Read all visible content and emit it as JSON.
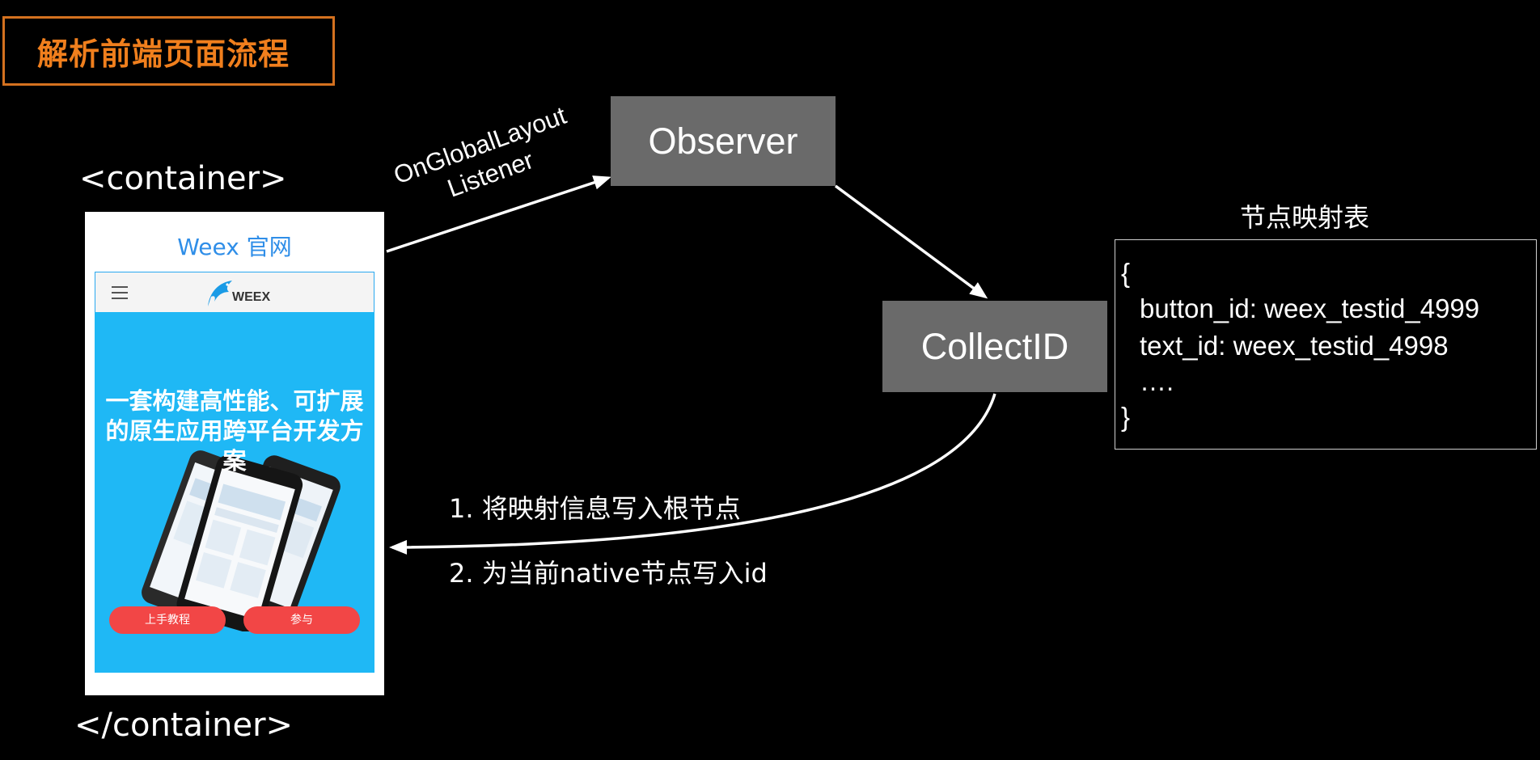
{
  "title": "解析前端页面流程",
  "container_open": "<container>",
  "container_close": "</container>",
  "phone": {
    "title": "Weex 官网",
    "logo_text": "WEEX",
    "hero_text": "一套构建高性能、可扩展的原生应用跨平台开发方案",
    "btn_start": "上手教程",
    "btn_join": "参与"
  },
  "listener_label_line1": "OnGlobalLayout",
  "listener_label_line2": "Listener",
  "observer_label": "Observer",
  "collect_label": "CollectID",
  "map": {
    "title": "节点映射表",
    "open_brace": "{",
    "line1": "button_id: weex_testid_4999",
    "line2": "text_id: weex_testid_4998",
    "line3": "….",
    "close_brace": "}"
  },
  "step1": "1. 将映射信息写入根节点",
  "step2": "2. 为当前native节点写入id",
  "colors": {
    "title_accent": "#f07f1d",
    "title_border": "#d4711f",
    "box_gray": "#6a6a6a",
    "hero_blue": "#1fb8f5",
    "button_red": "#f24646",
    "link_blue": "#2f8ee8"
  }
}
